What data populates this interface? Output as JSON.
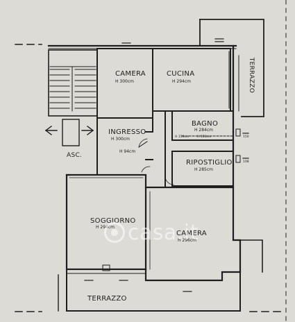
{
  "rooms": {
    "camera1": {
      "name": "CAMERA",
      "height": "H 300cm"
    },
    "cucina": {
      "name": "CUCINA",
      "height": "H 294cm"
    },
    "ingresso": {
      "name": "INGRESSO",
      "height": "H 300cm"
    },
    "bagno": {
      "name": "BAGNO",
      "height": "H 284cm"
    },
    "ripostiglio": {
      "name": "RIPOSTIGLIO",
      "height": "H 285cm"
    },
    "soggiorno": {
      "name": "SOGGIORNO",
      "height": "H 294cm"
    },
    "camera2": {
      "name": "CAMERA",
      "height": "H 296cm"
    },
    "asc": {
      "name": "ASC."
    },
    "terrazzo_side": {
      "name": "TERRAZZO"
    },
    "terrazzo_bottom": {
      "name": "TERRAZZO"
    }
  },
  "annotations": {
    "ingresso_h94": "H 94cm",
    "bagno_h150a": "H 150cm",
    "bagno_h150b": "H 150cm",
    "mark_150": "150",
    "mark_108": "108"
  },
  "watermark": {
    "text": "casa.it"
  }
}
